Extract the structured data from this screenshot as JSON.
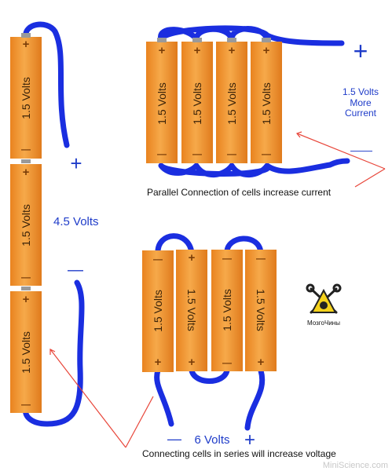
{
  "left_stack": {
    "cell_label": "1.5 Volts",
    "total_label": "4.5 Volts",
    "plus_sign": "+",
    "minus_sign": "—"
  },
  "parallel": {
    "cell_label": "1.5 Volts",
    "result_line1": "1.5 Volts",
    "result_line2": "More",
    "result_line3": "Current",
    "plus_sign": "+",
    "minus_sign": "——",
    "caption": "Parallel Connection of cells increase current"
  },
  "series": {
    "cell_label": "1.5 Volts",
    "total_label": "6 Volts",
    "plus_sign": "+",
    "minus_sign": "—",
    "caption": "Connecting cells in series will increase voltage"
  },
  "logo": {
    "text": "МозгоЧины"
  },
  "watermark": {
    "text": "MiniScience.com"
  },
  "colors": {
    "cell": "#f29a2e",
    "cell_dark": "#d9761a",
    "wire": "#1a2ee0",
    "label_blue": "#1f3cc9",
    "arrow": "#e8463a",
    "terminal": "#9a9a9a"
  }
}
